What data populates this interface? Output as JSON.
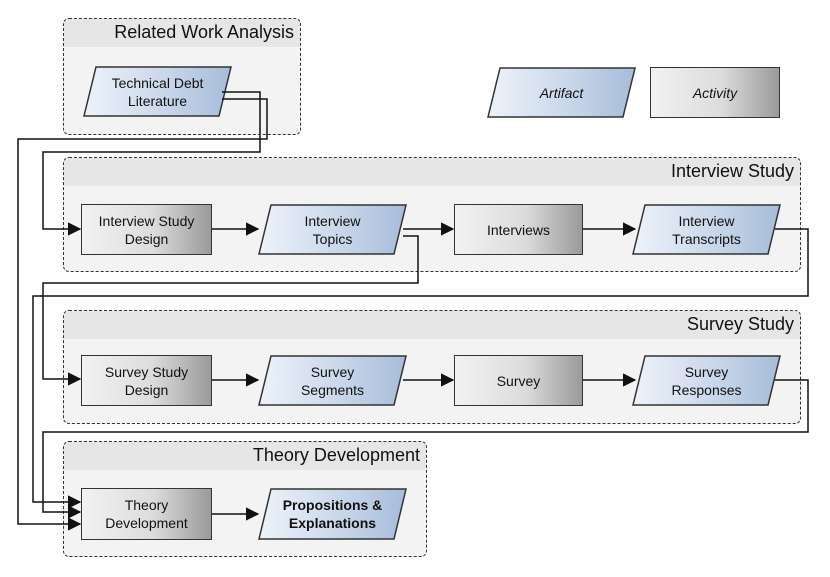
{
  "legend": {
    "artifact": "Artifact",
    "activity": "Activity"
  },
  "groups": {
    "related_work": "Related Work Analysis",
    "interview": "Interview Study",
    "survey": "Survey Study",
    "theory": "Theory Development"
  },
  "nodes": {
    "td_literature": "Technical Debt\nLiterature",
    "interview_design": "Interview Study\nDesign",
    "interview_topics": "Interview\nTopics",
    "interviews": "Interviews",
    "interview_transcripts": "Interview\nTranscripts",
    "survey_design": "Survey Study\nDesign",
    "survey_segments": "Survey\nSegments",
    "survey": "Survey",
    "survey_responses": "Survey\nResponses",
    "theory_dev": "Theory\nDevelopment",
    "propositions": "Propositions &\nExplanations"
  },
  "colors": {
    "artifact_fill_light": "#eef3fa",
    "artifact_fill_dark": "#a7bcd9",
    "activity_fill_light": "#f2f2f2",
    "activity_fill_dark": "#9a9a9a",
    "group_background": "#f3f3f3",
    "stroke": "#333333"
  }
}
